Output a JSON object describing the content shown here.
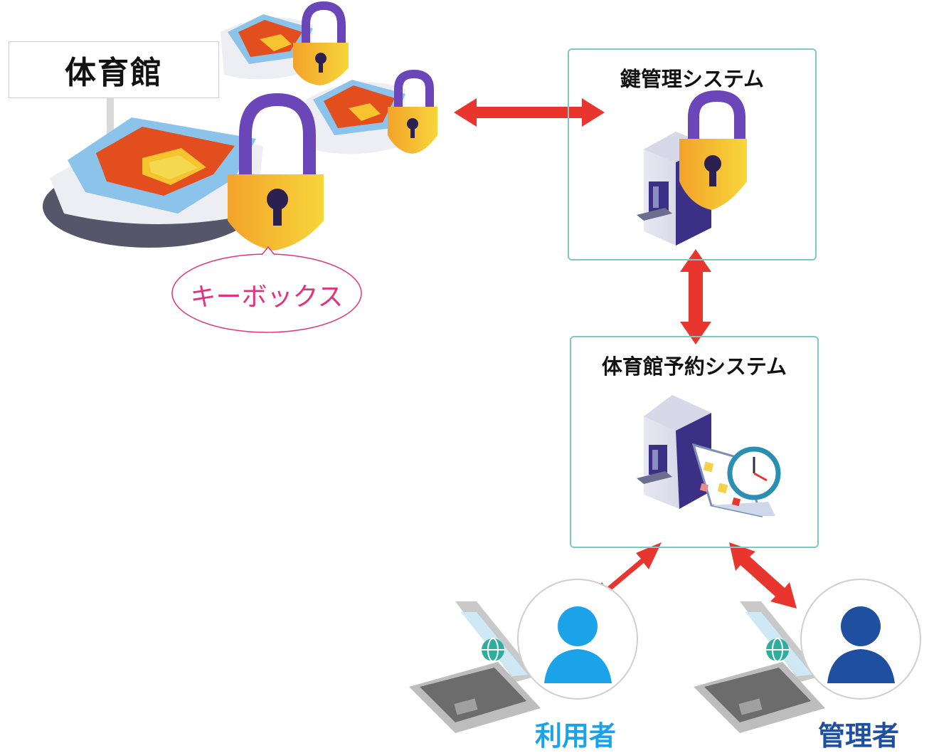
{
  "gym": {
    "sign_label": "体育館"
  },
  "keybox": {
    "label": "キーボックス"
  },
  "key_system": {
    "title": "鍵管理システム"
  },
  "reservation_system": {
    "title": "体育館予約システム"
  },
  "roles": {
    "user": "利用者",
    "admin": "管理者"
  },
  "colors": {
    "arrow": "#e8352e",
    "box_border": "#7ec8c0",
    "keybox_label": "#e0357e",
    "user": "#1aa3e8",
    "admin": "#1f4fa0",
    "lock_body": "#f4b82a",
    "lock_shackle": "#6b46b8"
  },
  "icons": [
    "gym-building-icon",
    "padlock-icon",
    "server-icon",
    "calendar-icon",
    "clock-icon",
    "laptop-icon",
    "globe-icon",
    "person-icon"
  ]
}
